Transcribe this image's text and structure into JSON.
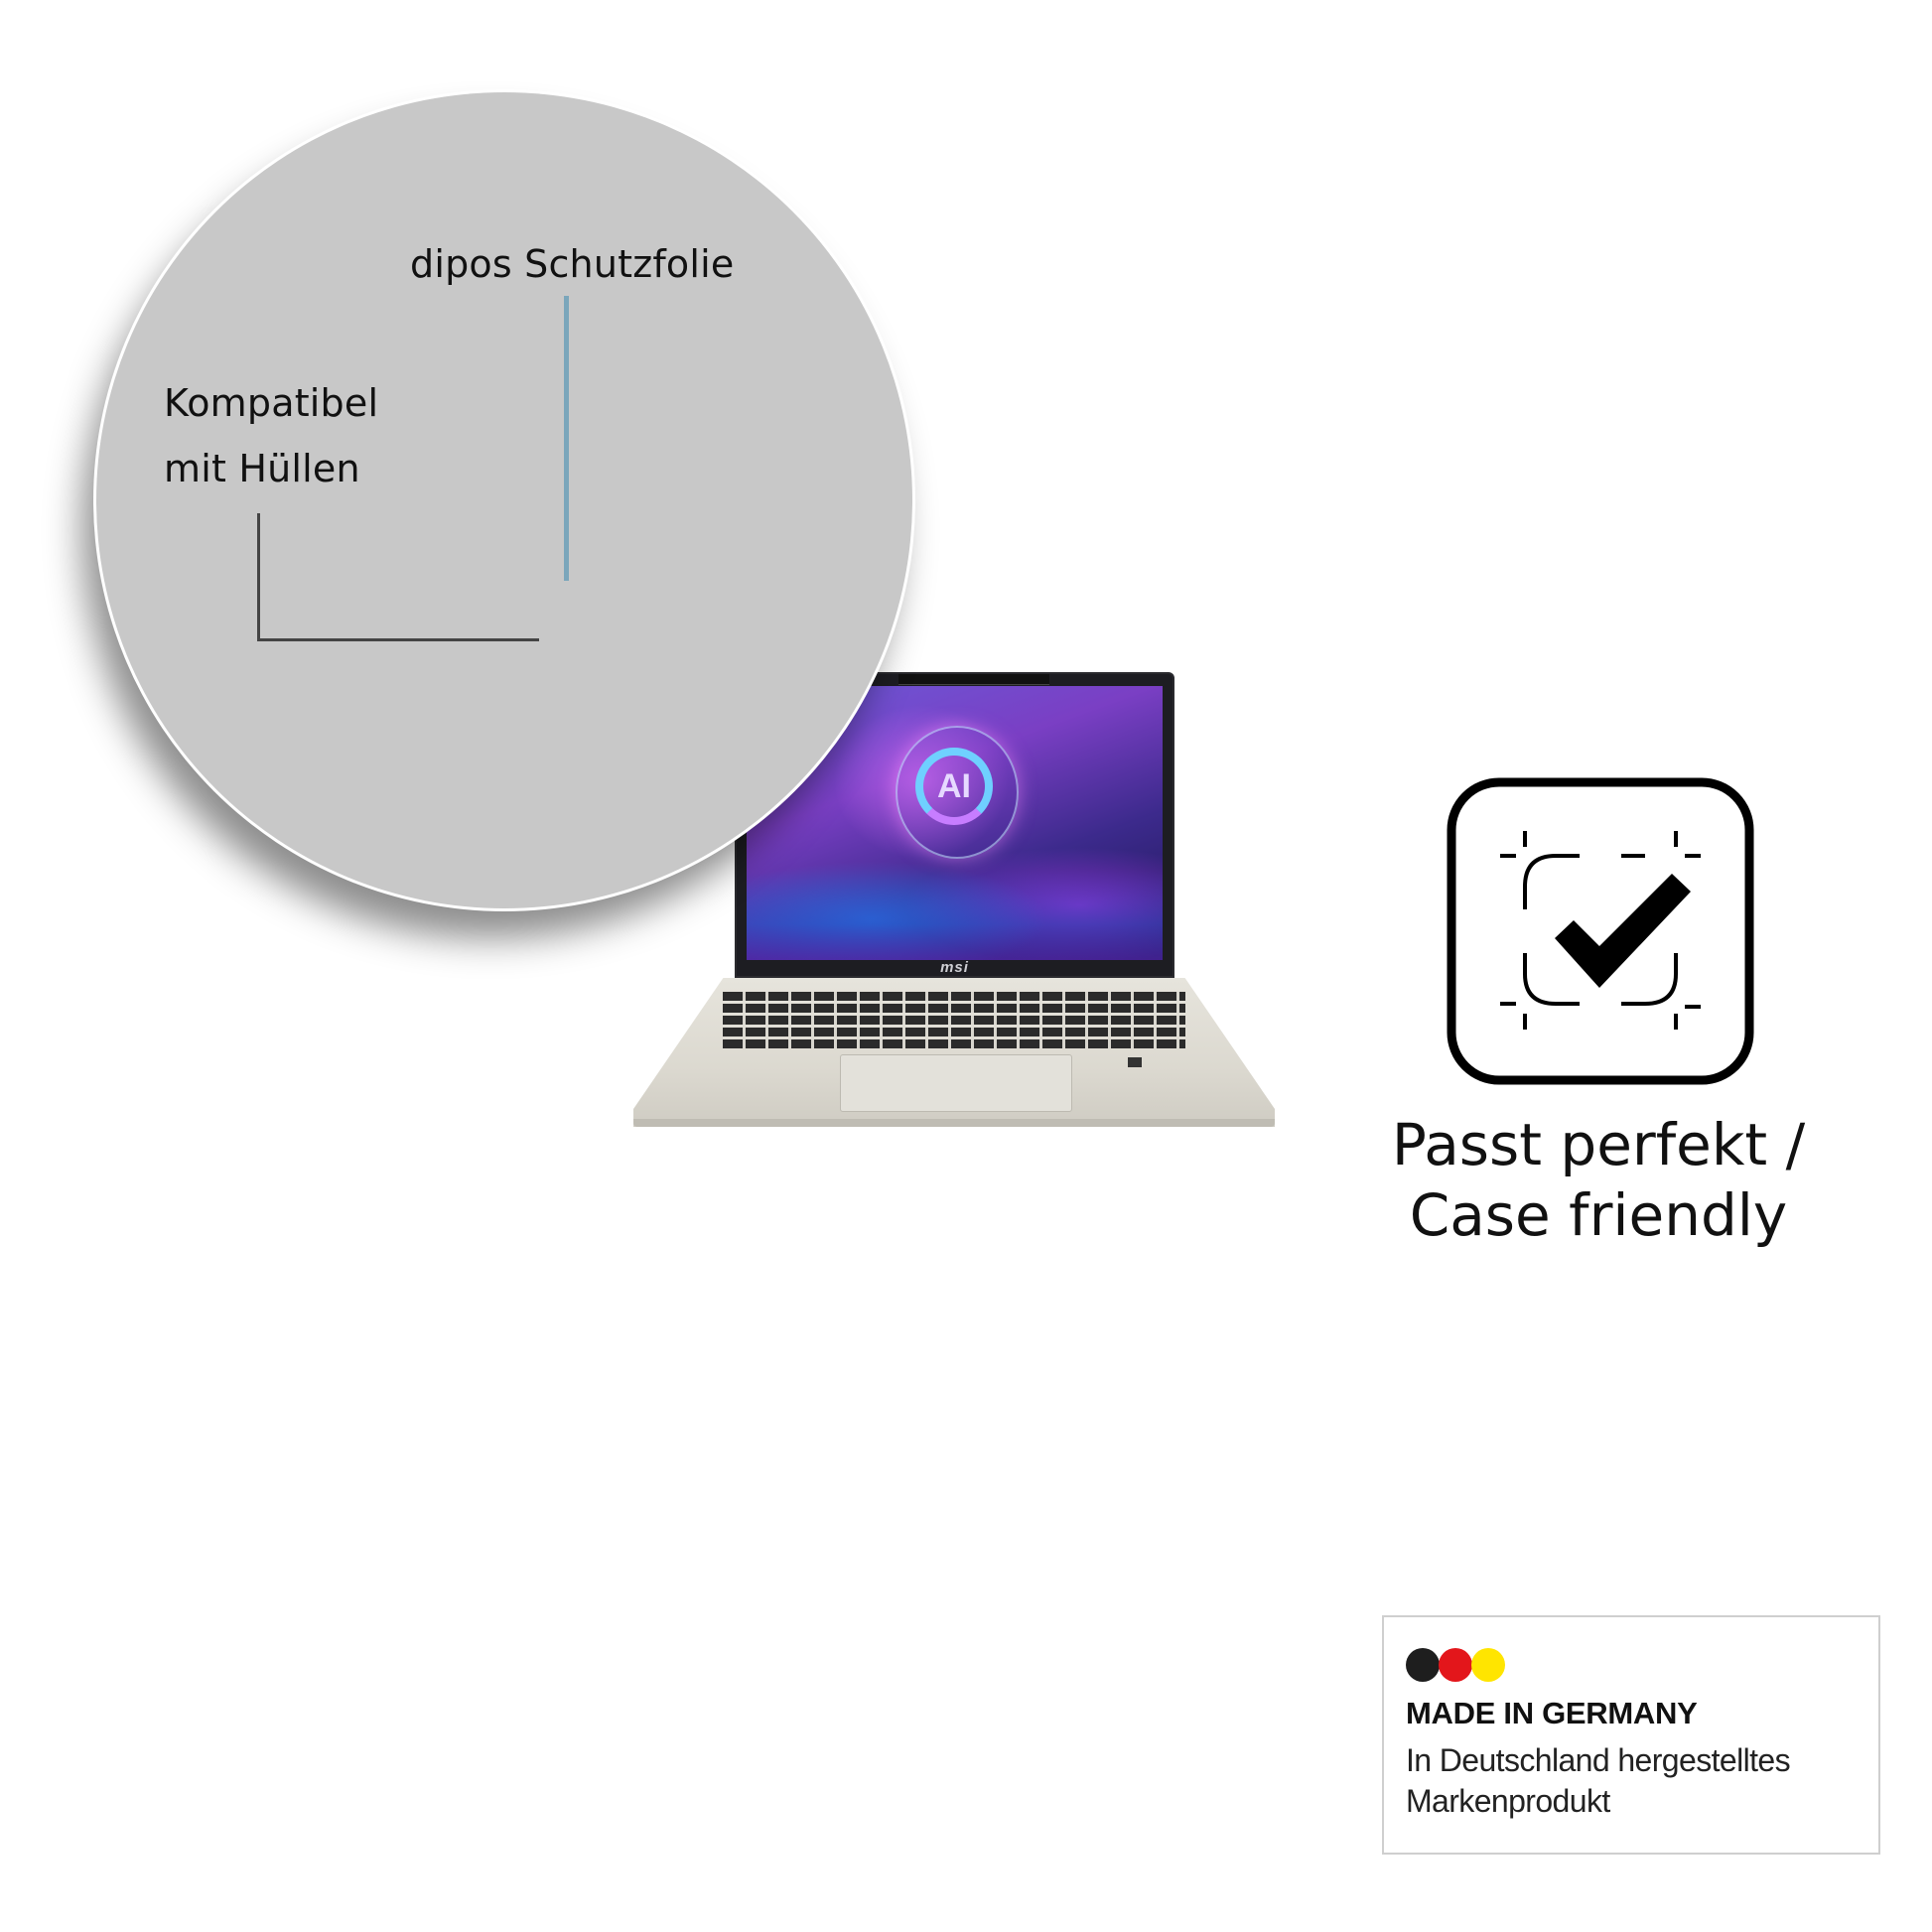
{
  "callout": {
    "film_label": "dipos Schutzfolie",
    "compat_label_line1": "Kompatibel",
    "compat_label_line2": "mit Hüllen",
    "circle_color": "#c8c8c8",
    "film_line_color": "#7ba6bb",
    "case_line_color": "#444444"
  },
  "product": {
    "brand_logo": "msi",
    "screen_badge": "AI"
  },
  "feature": {
    "icon": "case-friendly-check-icon",
    "line1": "Passt perfekt /",
    "line2": "Case friendly"
  },
  "badge": {
    "dot_colors": [
      "#1e1e1e",
      "#e3161b",
      "#ffe500"
    ],
    "title": "MADE IN GERMANY",
    "subtitle_line1": "In Deutschland hergestelltes",
    "subtitle_line2": "Markenprodukt"
  }
}
